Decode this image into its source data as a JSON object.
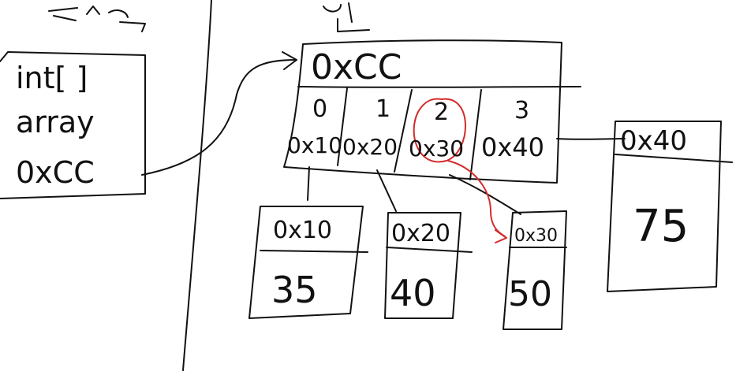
{
  "colors": {
    "ink": "#111111",
    "highlight": "#d42a2a",
    "background": "#ffffff"
  },
  "stack": {
    "var_type": "int[ ]",
    "var_name": "array",
    "var_value": "0xCC"
  },
  "array_object": {
    "address": "0xCC",
    "cells": [
      {
        "index": "0",
        "ref": "0x10"
      },
      {
        "index": "1",
        "ref": "0x20"
      },
      {
        "index": "2",
        "ref": "0x30"
      },
      {
        "index": "3",
        "ref": "0x40"
      }
    ]
  },
  "int_objects": [
    {
      "address": "0x10",
      "value": "35"
    },
    {
      "address": "0x20",
      "value": "40"
    },
    {
      "address": "0x30",
      "value": "50"
    },
    {
      "address": "0x40",
      "value": "75"
    }
  ]
}
